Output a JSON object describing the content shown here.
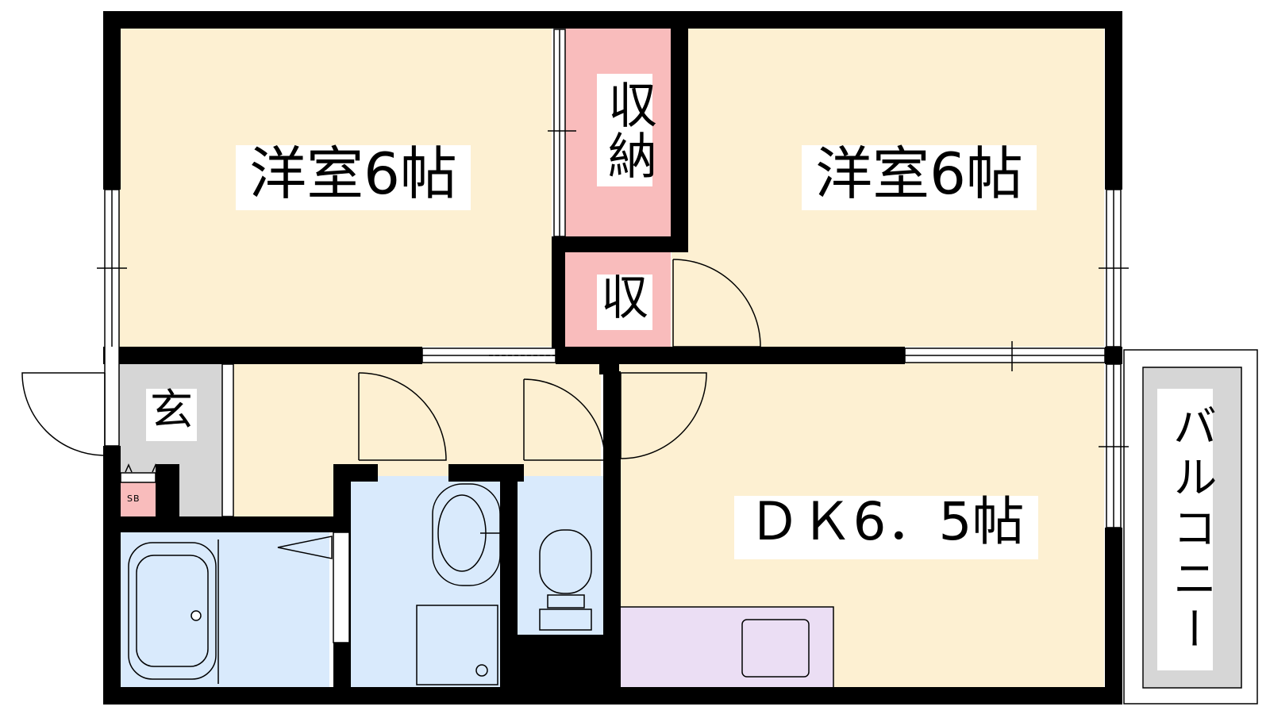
{
  "rooms": {
    "western_room_left": "洋室6帖",
    "western_room_right": "洋室6帖",
    "storage_top": "収納",
    "storage_small": "収",
    "entrance": "玄",
    "dining_kitchen": "ＤＫ6．5帖",
    "balcony": "バルコニー",
    "shoe_box": "SB"
  },
  "colors": {
    "wall": "#000000",
    "room_floor": "#fdf0d2",
    "storage": "#f9bcbc",
    "entrance": "#d6d6d6",
    "wet_area": "#d9eafc",
    "kitchen": "#ebdef4",
    "balcony": "#d6d6d6",
    "background": "#ffffff"
  }
}
